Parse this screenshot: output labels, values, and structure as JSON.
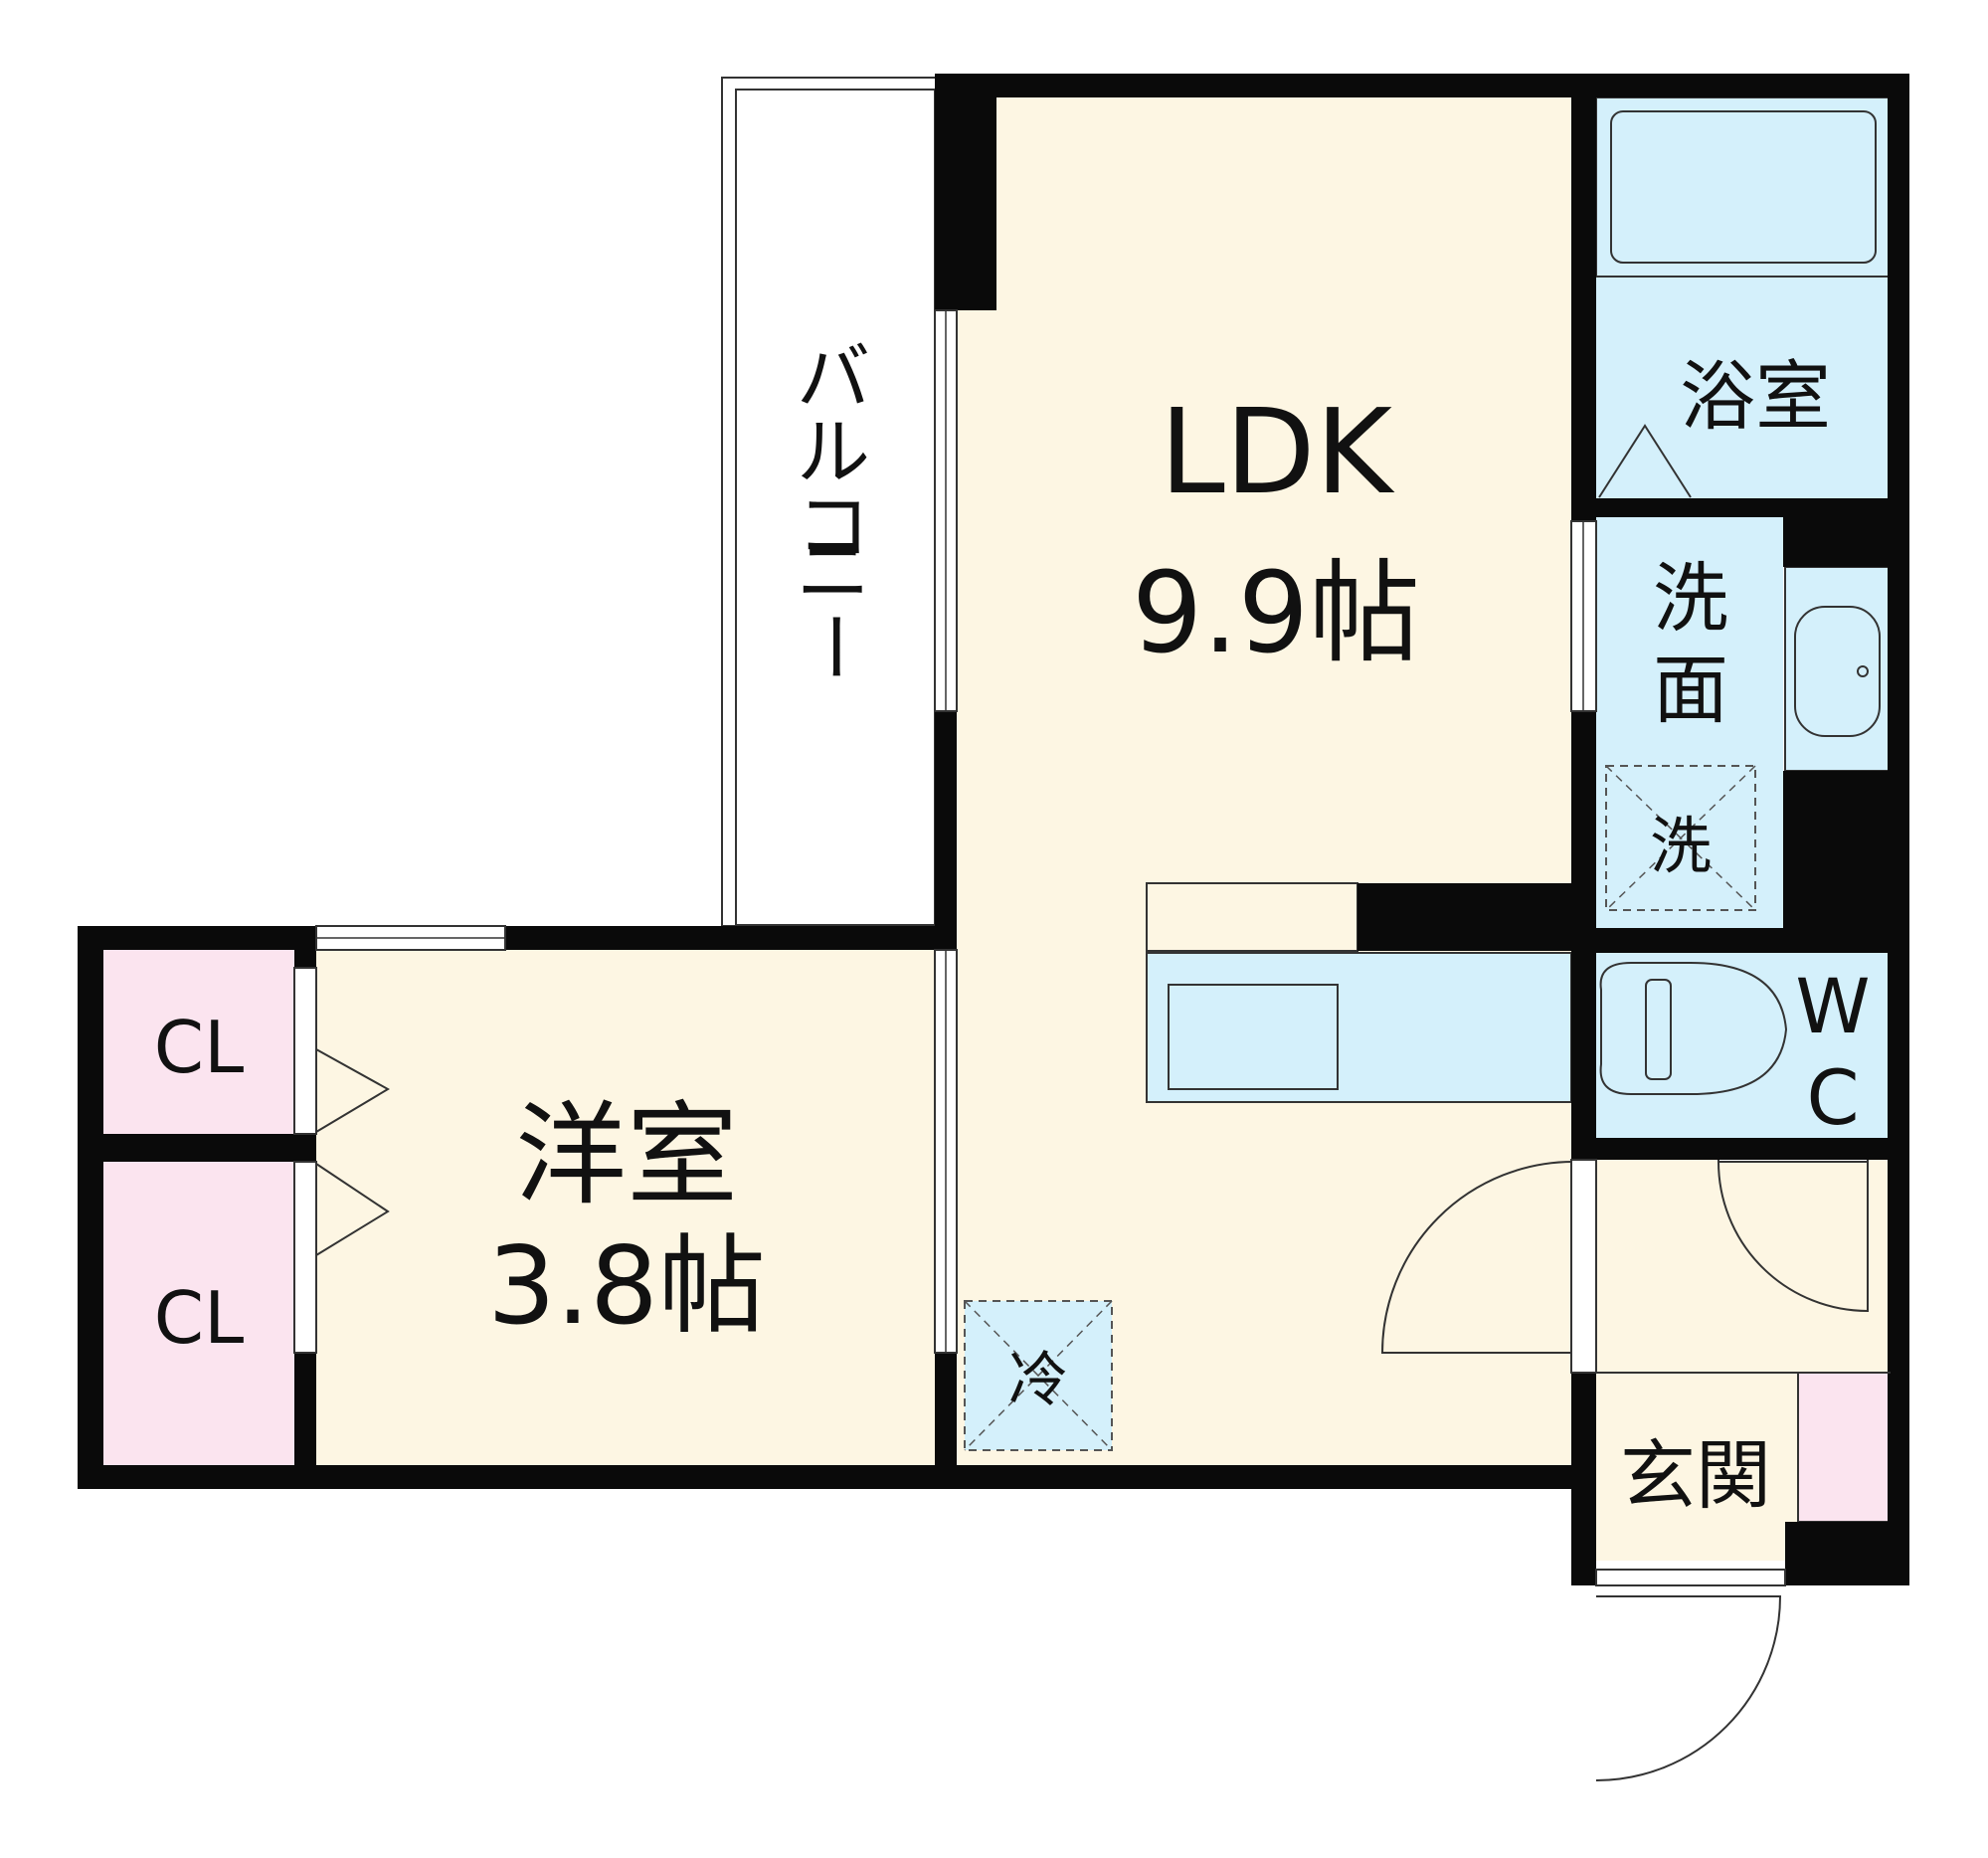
{
  "colors": {
    "wall": "#0a0a0a",
    "living_floor": "#fdf6e3",
    "wet_area": "#d4f0fb",
    "closet": "#fbe4ef",
    "balcony": "#ffffff",
    "line": "#333333",
    "dash": "#555555"
  },
  "rooms": {
    "ldk": {
      "name": "LDK",
      "size": "9.9帖"
    },
    "western": {
      "name": "洋室",
      "size": "3.8帖"
    },
    "bath": {
      "name": "浴室"
    },
    "washroom": {
      "name_line1": "洗",
      "name_line2": "面"
    },
    "toilet": {
      "name_line1": "W",
      "name_line2": "C"
    },
    "entrance": {
      "name": "玄関"
    },
    "closet_top": {
      "name": "CL"
    },
    "closet_bottom": {
      "name": "CL"
    },
    "balcony": {
      "chars": [
        "バ",
        "ル",
        "コ",
        "ニ",
        "ー"
      ]
    }
  },
  "fixtures": {
    "washer_label": "洗",
    "fridge_label": "冷"
  }
}
